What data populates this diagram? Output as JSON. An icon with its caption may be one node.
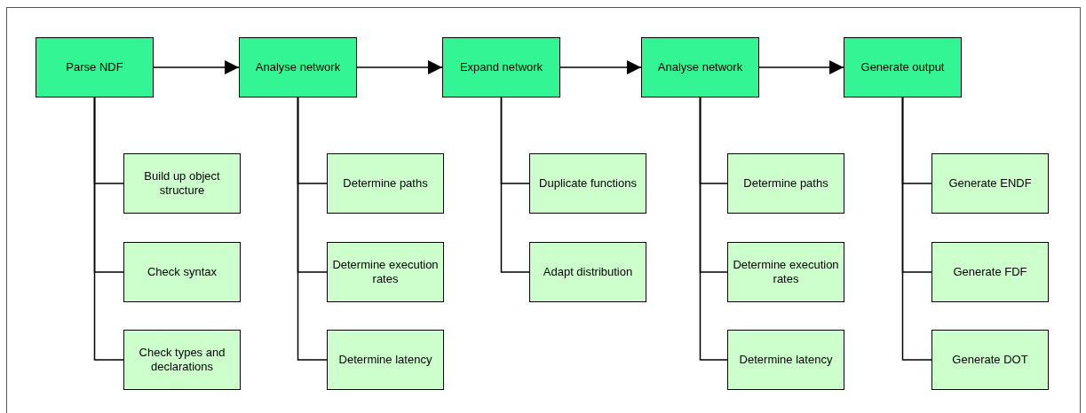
{
  "diagram": {
    "nodes": [
      {
        "text": [
          "Parse NDF"
        ]
      },
      {
        "text": [
          "Analyse network"
        ]
      },
      {
        "text": [
          "Expand network"
        ]
      },
      {
        "text": [
          "Analyse network"
        ]
      },
      {
        "text": [
          "Generate output"
        ]
      },
      {
        "text": [
          "Build up object structure"
        ]
      },
      {
        "text": [
          "Check syntax"
        ]
      },
      {
        "text": [
          "Check types and declarations"
        ]
      },
      {
        "text": [
          "Determine paths"
        ]
      },
      {
        "text": [
          "Determine execution rates"
        ]
      },
      {
        "text": [
          "Determine latency"
        ]
      },
      {
        "text": [
          "Duplicate functions"
        ]
      },
      {
        "text": [
          "Adapt distribution"
        ]
      },
      {
        "text": [
          "Determine paths"
        ]
      },
      {
        "text": [
          "Determine execution rates"
        ]
      },
      {
        "text": [
          "Determine latency"
        ]
      },
      {
        "text": [
          "Generate ENDF"
        ]
      },
      {
        "text": [
          "Generate FDF"
        ]
      },
      {
        "text": [
          "Generate DOT"
        ]
      }
    ],
    "edges": [
      {
        "from": 0,
        "to": 1,
        "arrow": "to"
      },
      {
        "from": 1,
        "to": 2,
        "arrow": "to"
      },
      {
        "from": 2,
        "to": 3,
        "arrow": "to"
      },
      {
        "from": 3,
        "to": 4,
        "arrow": "to"
      },
      {
        "from": 0,
        "to": 5,
        "arrow": "none"
      },
      {
        "from": 0,
        "to": 6,
        "arrow": "none"
      },
      {
        "from": 0,
        "to": 7,
        "arrow": "none"
      },
      {
        "from": 1,
        "to": 8,
        "arrow": "none"
      },
      {
        "from": 1,
        "to": 9,
        "arrow": "none"
      },
      {
        "from": 1,
        "to": 10,
        "arrow": "none"
      },
      {
        "from": 2,
        "to": 11,
        "arrow": "none"
      },
      {
        "from": 2,
        "to": 12,
        "arrow": "none"
      },
      {
        "from": 3,
        "to": 13,
        "arrow": "none"
      },
      {
        "from": 3,
        "to": 14,
        "arrow": "none"
      },
      {
        "from": 3,
        "to": 15,
        "arrow": "none"
      },
      {
        "from": 4,
        "to": 16,
        "arrow": "none"
      },
      {
        "from": 4,
        "to": 17,
        "arrow": "none"
      },
      {
        "from": 4,
        "to": 18,
        "arrow": "none"
      }
    ]
  }
}
